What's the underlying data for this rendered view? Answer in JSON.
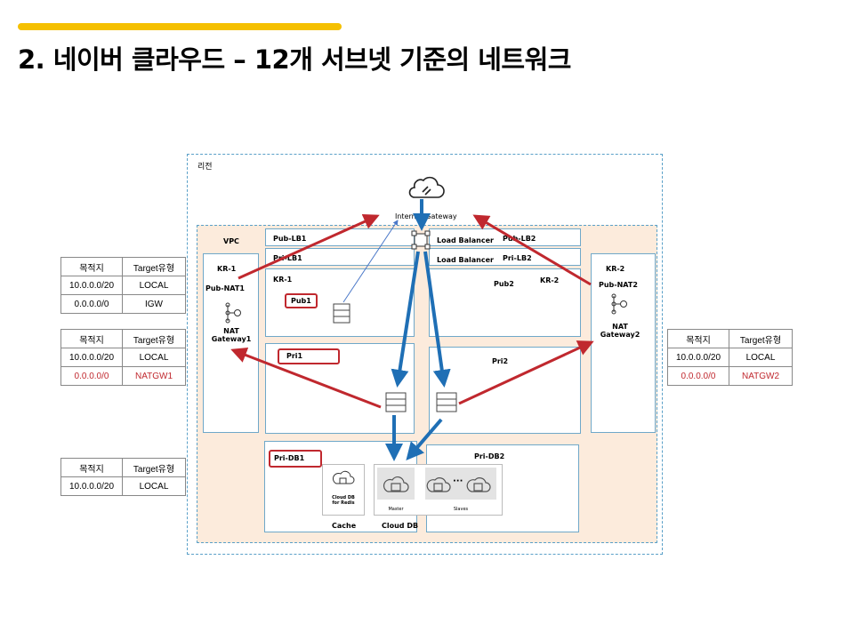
{
  "title": "2. 네이버 클라우드 – 12개 서브넷 기준의 네트워크",
  "region": {
    "label": "리전"
  },
  "internet_gateway": {
    "label": "Internet Gateway"
  },
  "vpc": {
    "label": "VPC"
  },
  "left_zone": {
    "label": "KR-1",
    "subnet": "Pub-NAT1",
    "nat_label": "NAT\nGateway1"
  },
  "right_zone": {
    "label": "KR-2",
    "subnet": "Pub-NAT2",
    "nat_label": "NAT\nGateway2"
  },
  "subnets": {
    "pub_lb1": "Pub-LB1",
    "pri_lb1": "Pri-LB1",
    "pub_lb2": "Pub-LB2",
    "pri_lb2": "Pri-LB2",
    "load_balancer_1": "Load Balancer",
    "load_balancer_2": "Load Balancer",
    "kr1": "KR-1",
    "pub1": "Pub1",
    "pub2": "Pub2",
    "kr2": "KR-2",
    "pri1": "Pri1",
    "pri2": "Pri2",
    "pri_db1": "Pri-DB1",
    "pri_db2": "Pri-DB2"
  },
  "db": {
    "redis_label": "Cloud DB\nfor Redis",
    "master_label": "Master",
    "slaves_label": "Slaves",
    "ellipsis": "···",
    "cache_label": "Cache",
    "cloud_db_label": "Cloud DB"
  },
  "route_tables": [
    {
      "header": [
        "목적지",
        "Target유형"
      ],
      "rows": [
        [
          "10.0.0.0/20",
          "LOCAL"
        ],
        [
          "0.0.0.0/0",
          "IGW"
        ]
      ]
    },
    {
      "header": [
        "목적지",
        "Target유형"
      ],
      "rows": [
        [
          "10.0.0.0/20",
          "LOCAL"
        ],
        [
          "0.0.0.0/0",
          "NATGW1"
        ]
      ]
    },
    {
      "header": [
        "목적지",
        "Target유형"
      ],
      "rows": [
        [
          "10.0.0.0/20",
          "LOCAL"
        ]
      ]
    },
    {
      "header": [
        "목적지",
        "Target유형"
      ],
      "rows": [
        [
          "10.0.0.0/20",
          "LOCAL"
        ],
        [
          "0.0.0.0/0",
          "NATGW2"
        ]
      ]
    }
  ],
  "colors": {
    "accent": "#f5c000",
    "vpc_fill": "#fcebdc",
    "red": "#c0282e",
    "blue_arrow": "#1f6fb5",
    "border_blue": "#5aa0c8"
  }
}
